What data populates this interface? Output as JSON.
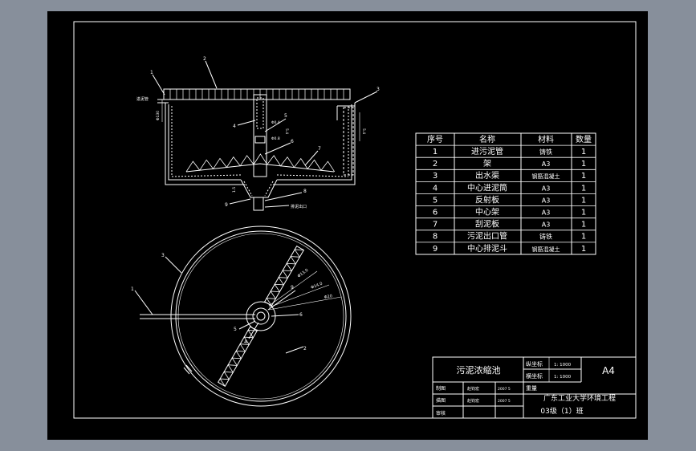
{
  "parts_table": {
    "headers": [
      "序号",
      "名称",
      "材料",
      "数量"
    ],
    "rows": [
      [
        "1",
        "进污泥管",
        "铸铁",
        "1"
      ],
      [
        "2",
        "架",
        "A3",
        "1"
      ],
      [
        "3",
        "出水渠",
        "钢筋混凝土",
        "1"
      ],
      [
        "4",
        "中心进泥筒",
        "A3",
        "1"
      ],
      [
        "5",
        "反射板",
        "A3",
        "1"
      ],
      [
        "6",
        "中心架",
        "A3",
        "1"
      ],
      [
        "7",
        "刮泥板",
        "A3",
        "1"
      ],
      [
        "8",
        "污泥出口管",
        "铸铁",
        "1"
      ],
      [
        "9",
        "中心排泥斗",
        "钢筋混凝土",
        "1"
      ]
    ]
  },
  "title_block": {
    "drawing_name": "污泥浓缩池",
    "vertical_scale_label": "纵坐标",
    "vertical_scale": "1: 1000",
    "horizontal_scale_label": "横坐标",
    "horizontal_scale": "1: 1000",
    "sheet_size": "A4",
    "weight_label": "重量",
    "drawn_by_label": "制图",
    "drawn_by": "赵钧宏",
    "drawn_date": "2007 5",
    "traced_by_label": "描图",
    "traced_by": "赵钧宏",
    "traced_date": "2007 5",
    "reviewed_by_label": "审核",
    "institution": "广东工业大学环境工程",
    "class": "03级（1）班"
  },
  "section_view": {
    "callouts": [
      "1",
      "2",
      "3",
      "4",
      "5",
      "6",
      "7",
      "8",
      "9"
    ],
    "inlet_label": "进泥管",
    "outlet_label": "排泥出口",
    "dims": [
      "Φ130",
      "Φ0.4",
      "Φ0.8",
      "5.4",
      "5.4",
      "1.5"
    ]
  },
  "plan_view": {
    "callouts": [
      "1",
      "2",
      "3",
      "4",
      "5",
      "6",
      "9"
    ],
    "dims": [
      "Φ13.0",
      "Φ14.0",
      "Φ20"
    ]
  }
}
